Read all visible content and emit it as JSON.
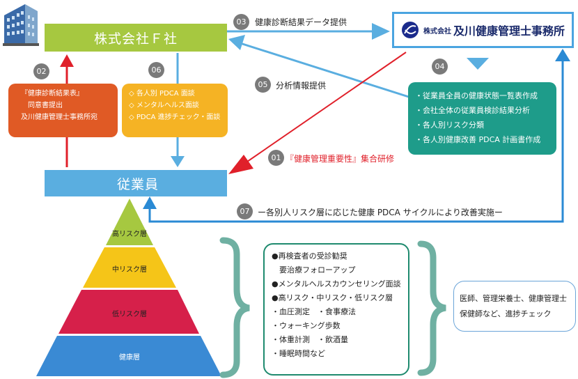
{
  "company": "株式会社Ｆ社",
  "employee": "従業員",
  "office": {
    "prefix": "株式会社",
    "main": "及川健康管理士事務所"
  },
  "steps": {
    "s01": {
      "num": "01",
      "label": "『健康管理重要性』集合研修"
    },
    "s02": {
      "num": "02",
      "lines": [
        "『健康診断結果表』",
        "同意書提出",
        "及川健康管理士事務所宛"
      ]
    },
    "s03": {
      "num": "03",
      "label": "健康診断結果データ提供"
    },
    "s04": {
      "num": "04",
      "lines": [
        "・従業員全員の健康状態一覧表作成",
        "・会社全体の従業員検診結果分析",
        "・各人別リスク分類",
        "・各人別健康改善 PDCA 計画書作成"
      ]
    },
    "s05": {
      "num": "05",
      "label": "分析情報提供"
    },
    "s06": {
      "num": "06",
      "lines": [
        "◇ 各人別 PDCA 面談",
        "◇ メンタルヘルス面談",
        "◇ PDCA 進捗チェック・面談"
      ]
    },
    "s07": {
      "num": "07",
      "label": "ー各別人リスク層に応じた健康 PDCA サイクルにより改善実施ー"
    }
  },
  "pyramid": [
    "高リスク層",
    "中リスク層",
    "低リスク層",
    "健康層"
  ],
  "measures": [
    "●再検査者の受診勧奨",
    "　要治療フォローアップ",
    "●メンタルヘルスカウンセリング面談",
    "●高リスク・中リスク・低リスク層",
    "・血圧測定　・食事療法",
    "・ウォーキング歩数",
    "・体重計測　・飲酒量",
    "・睡眠時間など"
  ],
  "checkers": [
    "医師、管理栄養士、健康管理士",
    "保健師など、進捗チェック"
  ],
  "colors": {
    "green": "#a6c840",
    "blue": "#5aaee0",
    "red": "#e0202a",
    "orange": "#e05a25",
    "yellow": "#f5b324",
    "teal": "#1e9c8a"
  }
}
